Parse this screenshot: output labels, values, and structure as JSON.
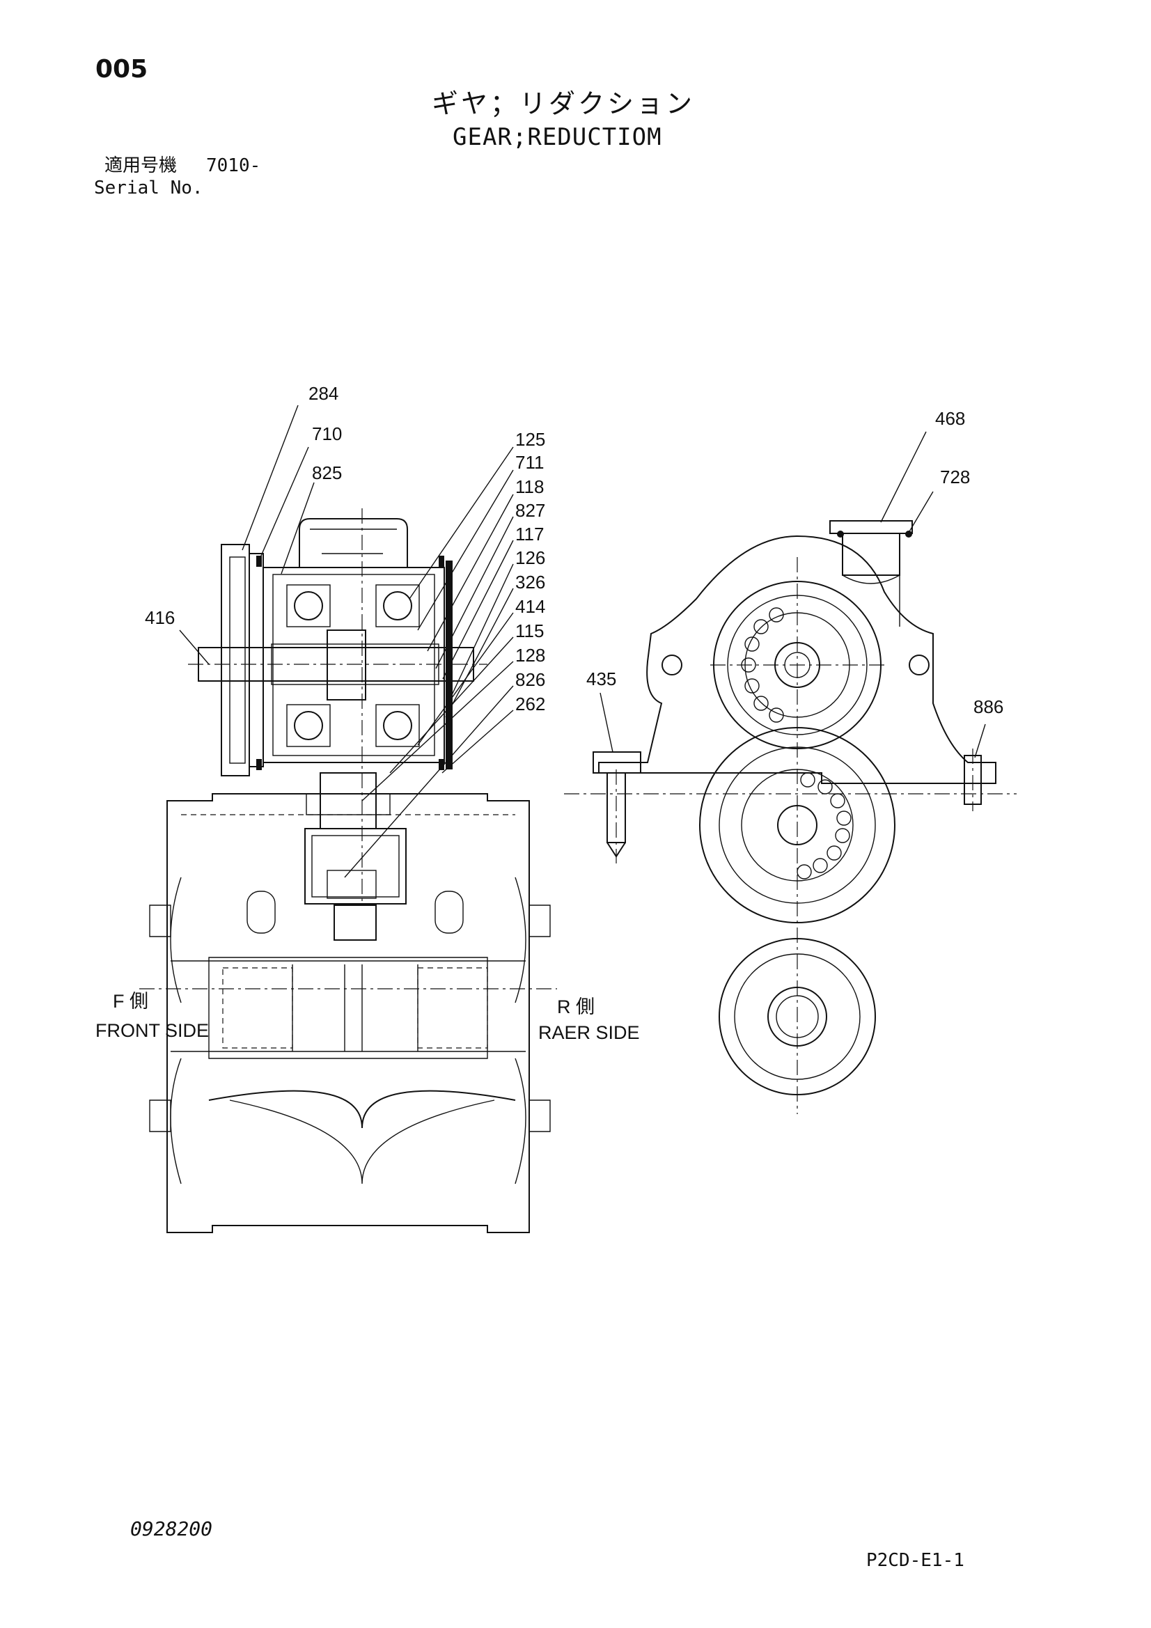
{
  "header": {
    "page_number": "005",
    "title_jp": "ギヤ；リダクション",
    "title_en": "GEAR;REDUCTIOM",
    "serial_label_jp": "適用号機",
    "serial_value": "7010-",
    "serial_label_en": "Serial No."
  },
  "callouts": {
    "left": [
      "284",
      "710",
      "825",
      "416",
      "125",
      "711",
      "118",
      "827",
      "117",
      "126",
      "326",
      "414",
      "115",
      "128",
      "826",
      "262"
    ],
    "right": [
      "468",
      "728",
      "435",
      "886"
    ]
  },
  "sides": {
    "front_jp": "F 側",
    "front_en": "FRONT SIDE",
    "rear_jp": "R 側",
    "rear_en": "RAER SIDE"
  },
  "footer": {
    "doc_number": "0928200",
    "page_code": "P2CD-E1-1"
  }
}
